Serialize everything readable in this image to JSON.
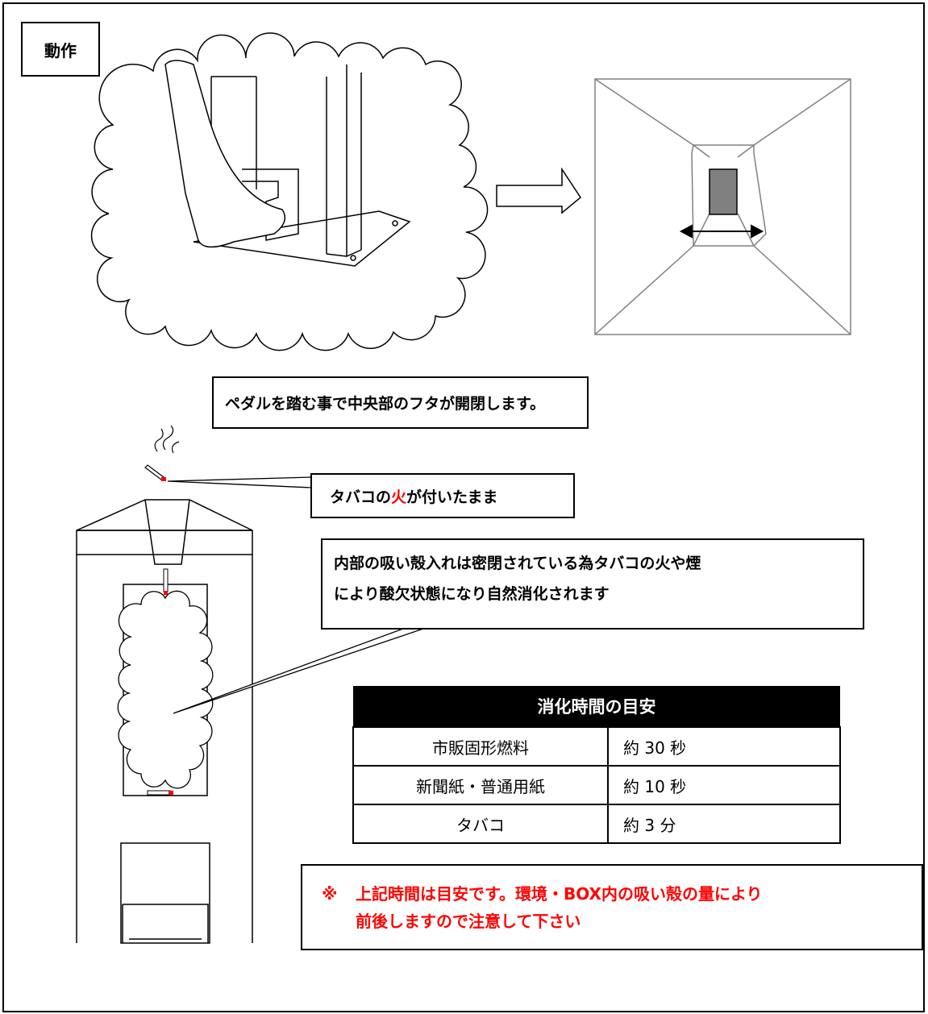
{
  "section_title": "動作",
  "captions": {
    "pedal": "ペダルを踏む事で中央部のフタが開閉します。",
    "fire_prefix": "タバコの",
    "fire_word": "火",
    "fire_suffix": "が付いたまま",
    "sealed_line1": "内部の吸い殻入れは密閉されている為タバコの火や煙",
    "sealed_line2": "により酸欠状態になり自然消化されます"
  },
  "table": {
    "header": "消化時間の目安",
    "rows": [
      {
        "item": "市販固形燃料",
        "time": "約 30 秒"
      },
      {
        "item": "新聞紙・普通用紙",
        "time": "約 10 秒"
      },
      {
        "item": "タバコ",
        "time": "約 3 分"
      }
    ]
  },
  "note": {
    "mark": "※",
    "line1": "上記時間は目安です。環境・BOX内の吸い殻の量により",
    "line2": "前後しますので注意して下さい"
  },
  "colors": {
    "warning": "#ff0000",
    "lid": "#808080",
    "table_header_bg": "#000000"
  }
}
